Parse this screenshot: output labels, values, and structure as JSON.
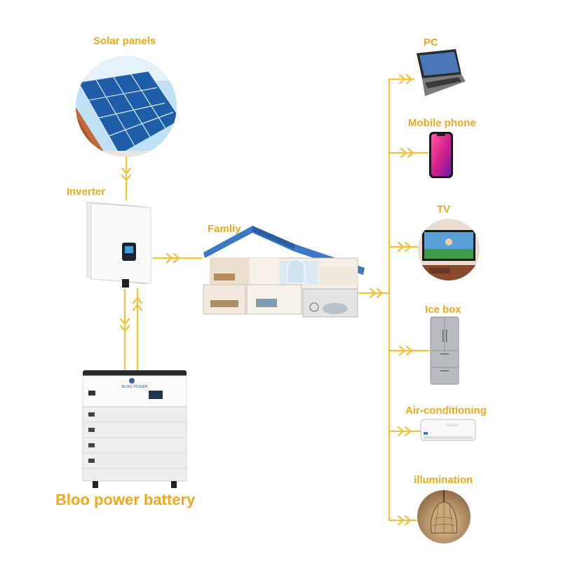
{
  "labels": {
    "solar_panels": "Solar panels",
    "inverter": "Inverter",
    "family": "Famliy",
    "battery": "Bloo power battery",
    "pc": "PC",
    "mobile_phone": "Mobile phone",
    "tv": "TV",
    "ice_box": "Ice box",
    "air_conditioning": "Air-conditioning",
    "illumination": "illumination"
  },
  "battery_brand": "BLOO POWER",
  "colors": {
    "accent": "#f2a81d",
    "connector": "#f7c23a"
  }
}
